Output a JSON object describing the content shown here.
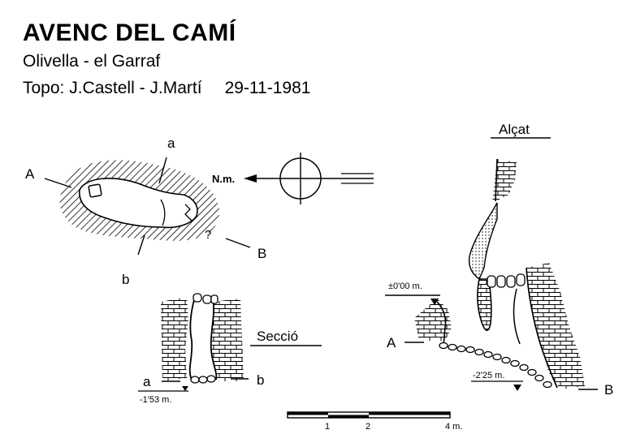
{
  "header": {
    "title": "AVENC DEL CAMÍ",
    "location": "Olivella - el Garraf",
    "credit": "Topo: J.Castell - J.Martí",
    "date": "29-11-1981"
  },
  "plan": {
    "label_A": "A",
    "label_B": "B",
    "label_a": "a",
    "label_b": "b",
    "question_mark": "?",
    "north_label": "N.m."
  },
  "section": {
    "title": "Secció",
    "label_a": "a",
    "label_b": "b",
    "depth": "-1'53 m."
  },
  "elevation": {
    "title": "Alçat",
    "label_A": "A",
    "label_B": "B",
    "datum": "±0'00 m.",
    "depth": "-2'25 m."
  },
  "scale_bar": {
    "tick1": "1",
    "tick2": "2",
    "tick4": "4 m."
  },
  "colors": {
    "ink": "#000000",
    "paper": "#ffffff"
  }
}
